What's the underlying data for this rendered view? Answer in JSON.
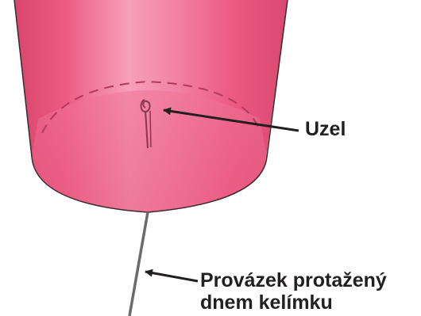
{
  "labels": {
    "knot": "Uzel",
    "string_line1": "Provázek protažený",
    "string_line2": "dnem kelímku"
  },
  "colors": {
    "cup_body": "#ec5a80",
    "cup_highlight": "#f7a3bc",
    "cup_outline": "#3a2a2e",
    "dashed_rim": "#b23a5c",
    "string": "#6d6a6b",
    "arrow": "#231f20",
    "text": "#231f20"
  },
  "icons": {
    "knot": "knot-icon",
    "string": "string-line",
    "arrows": "pointer-arrow"
  }
}
